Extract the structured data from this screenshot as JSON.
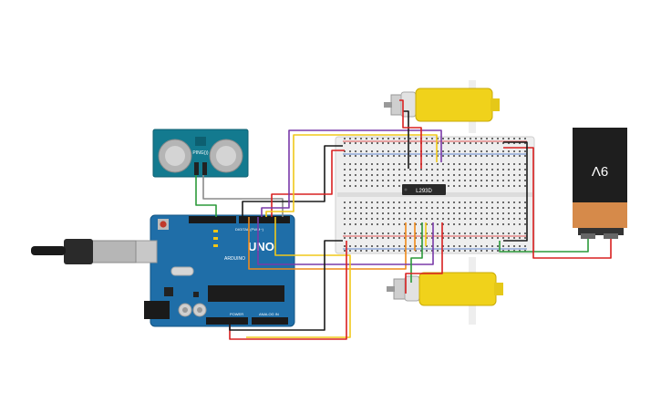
{
  "arduino": {
    "brand_logo": "UNO",
    "brand_sub": "ARDUINO",
    "digital_label": "DIGITAL (PWM~)",
    "power_label": "POWER",
    "analog_label": "ANALOG IN"
  },
  "sensor": {
    "model_label": "PING)))"
  },
  "driver_chip": {
    "label": "L293D"
  },
  "battery": {
    "voltage_label": "9V"
  },
  "colors": {
    "board_blue": "#1f6ea8",
    "breadboard": "#eeeeee",
    "motor_yellow": "#f0d21b",
    "battery_copper": "#d68a4a",
    "battery_black": "#1e1e1e",
    "wire_red": "#d92020",
    "wire_black": "#1a1a1a",
    "wire_green": "#2c9a3a",
    "wire_orange": "#f08a1a",
    "wire_yellow": "#f0c81a",
    "wire_purple": "#7a3aa8",
    "wire_gray": "#8a8a8a"
  }
}
